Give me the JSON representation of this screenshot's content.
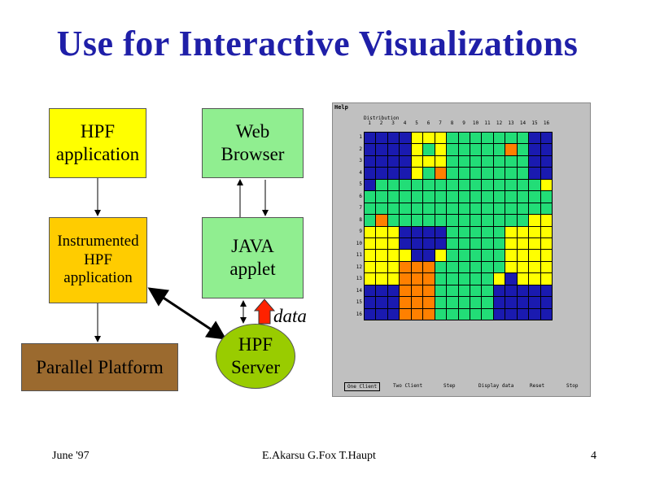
{
  "slide": {
    "title": "Use for Interactive Visualizations",
    "boxes": {
      "hpf_app": [
        "HPF",
        "application"
      ],
      "web_browser": [
        "Web",
        "Browser"
      ],
      "instrumented": [
        "Instrumented",
        "HPF",
        "application"
      ],
      "java_applet": [
        "JAVA",
        "applet"
      ],
      "parallel_platform": "Parallel Platform",
      "hpf_server": [
        "HPF",
        "Server"
      ]
    },
    "data_label": "data",
    "footer": {
      "left": "June '97",
      "center": "E.Akarsu G.Fox T.Haupt",
      "right": "4"
    }
  },
  "screenshot": {
    "menu": "Help",
    "label": "Distribution",
    "col_labels": [
      "1",
      "2",
      "3",
      "4",
      "5",
      "6",
      "7",
      "8",
      "9",
      "10",
      "11",
      "12",
      "13",
      "14",
      "15",
      "16"
    ],
    "row_labels": [
      "1",
      "2",
      "3",
      "4",
      "5",
      "6",
      "7",
      "8",
      "9",
      "10",
      "11",
      "12",
      "13",
      "14",
      "15",
      "16"
    ],
    "buttons": [
      "One Client",
      "Two Client",
      "Step",
      "Display data",
      "Reset",
      "Stop"
    ],
    "colors": {
      "B": "#1a1ab0",
      "G": "#22dd77",
      "Y": "#ffff00",
      "O": "#ff8000"
    },
    "grid": [
      "BBBBYYYGGGGGGGBB",
      "BBBBYGYGGGGGOGBB",
      "BBBBYYYGGGGGGGBB",
      "BBBBYGOGGGGGGGBB",
      "BGGGGGGGGGGGGGGY",
      "GGGGGGGGGGGGGGGG",
      "GGGGGGGGGGGGGGGG",
      "GOGGGGGGGGGGGGYY",
      "YYYBBBBGGGGGYYYY",
      "YYYBBBBGGGGGYYYY",
      "YYYYBBYGGGGGYYYY",
      "YYYOOOGGGGGGYYYY",
      "YYYOOOGGGGGYBYYY",
      "BBBOOOGGGGGBBBBB",
      "BBBOOOGGGGGBBBBB",
      "BBBOOOGGGGGBBBBB"
    ]
  }
}
